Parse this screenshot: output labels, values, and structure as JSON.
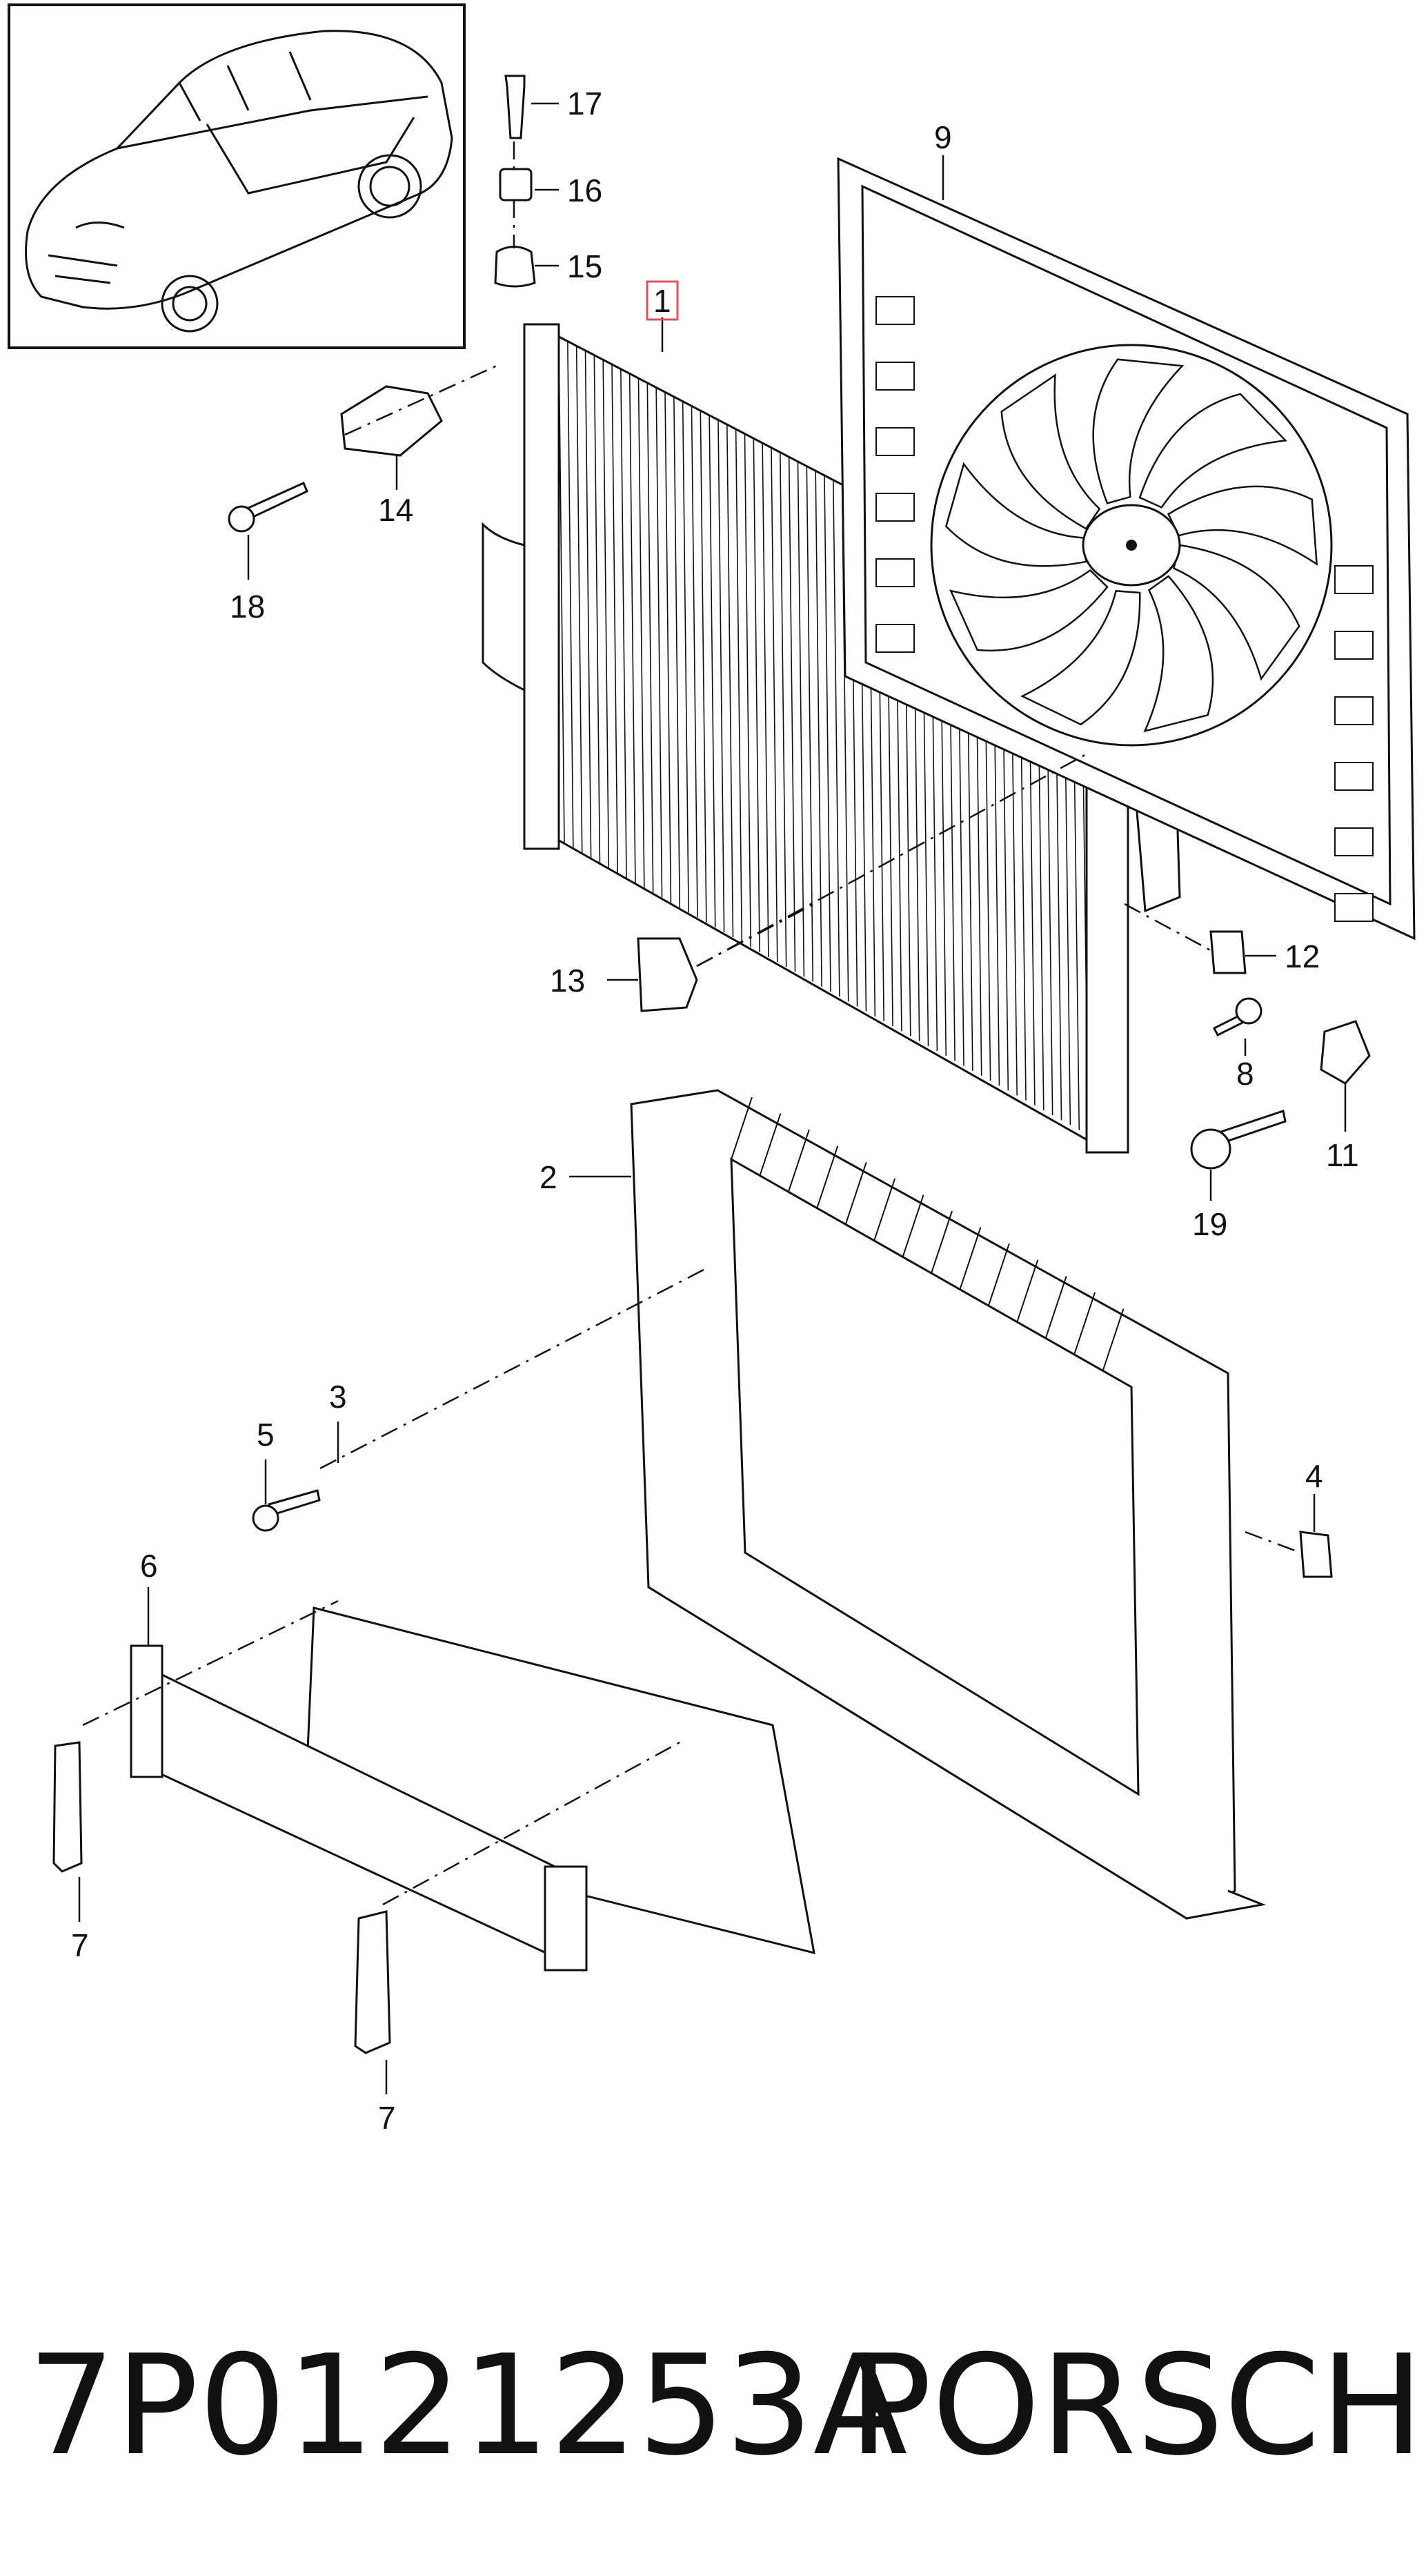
{
  "callouts": [
    {
      "id": "17",
      "text": "17"
    },
    {
      "id": "16",
      "text": "16"
    },
    {
      "id": "15",
      "text": "15"
    },
    {
      "id": "1",
      "text": "1",
      "highlight": true
    },
    {
      "id": "9",
      "text": "9"
    },
    {
      "id": "14",
      "text": "14"
    },
    {
      "id": "18",
      "text": "18"
    },
    {
      "id": "13",
      "text": "13"
    },
    {
      "id": "12",
      "text": "12"
    },
    {
      "id": "8",
      "text": "8"
    },
    {
      "id": "11",
      "text": "11"
    },
    {
      "id": "19",
      "text": "19"
    },
    {
      "id": "2",
      "text": "2"
    },
    {
      "id": "3",
      "text": "3"
    },
    {
      "id": "5",
      "text": "5"
    },
    {
      "id": "4",
      "text": "4"
    },
    {
      "id": "6",
      "text": "6"
    },
    {
      "id": "7a",
      "text": "7"
    },
    {
      "id": "7b",
      "text": "7"
    }
  ],
  "footer": {
    "part_number": "7P0121253A",
    "brand": "PORSCHE"
  },
  "colors": {
    "line": "#111111",
    "highlight_box": "#e05060",
    "background": "#ffffff"
  }
}
